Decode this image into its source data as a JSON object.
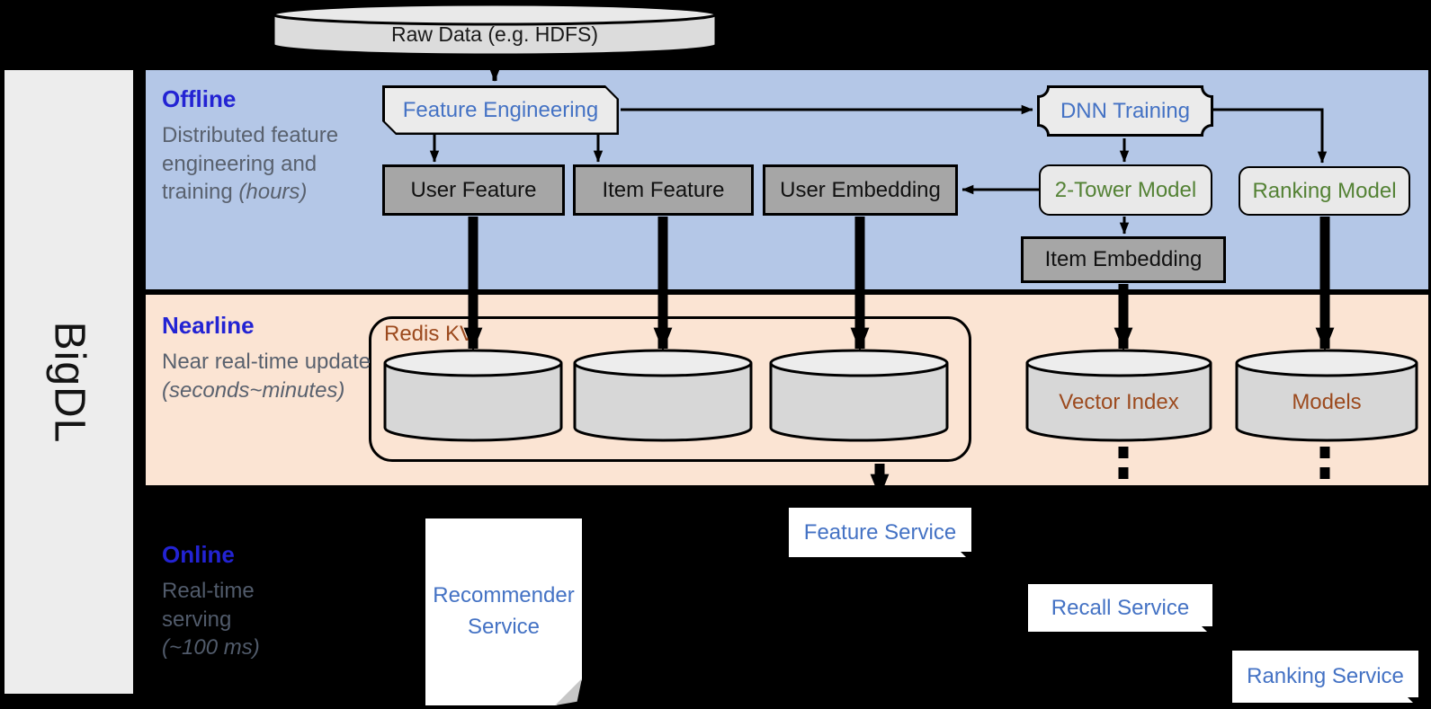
{
  "brand": {
    "name": "BigDL"
  },
  "colors": {
    "offline_band": "#B4C7E7",
    "nearline_band": "#FBE4D3",
    "online_band": "#000000",
    "section_title_blue": "#2323D3",
    "section_desc_gray": "#59616E",
    "process_text_blue": "#4472C4",
    "model_text_green": "#548235",
    "storage_text_brown": "#9C4A1E",
    "feature_box_gray": "#A6A6A6",
    "sidebar_gray": "#EDEDED"
  },
  "top": {
    "raw_data": "Raw Data (e.g. HDFS)"
  },
  "sections": {
    "offline": {
      "title": "Offline",
      "desc": "Distributed feature engineering and training ",
      "desc_em": "(hours)"
    },
    "nearline": {
      "title": "Nearline",
      "desc": "Near real-time update ",
      "desc_em": "(seconds~minutes)"
    },
    "online": {
      "title": "Online",
      "desc": "Real-time serving ",
      "desc_em": "(~100 ms)"
    }
  },
  "offline": {
    "feature_engineering": "Feature Engineering",
    "dnn_training": "DNN Training",
    "user_feature": "User Feature",
    "item_feature": "Item Feature",
    "user_embedding": "User Embedding",
    "two_tower_model": "2-Tower Model",
    "ranking_model": "Ranking Model",
    "item_embedding": "Item Embedding"
  },
  "nearline": {
    "redis_kv": "Redis KV",
    "vector_index": "Vector Index",
    "models": "Models"
  },
  "online": {
    "recommender_service": "Recommender Service",
    "feature_service": "Feature Service",
    "recall_service": "Recall Service",
    "ranking_service": "Ranking Service"
  }
}
